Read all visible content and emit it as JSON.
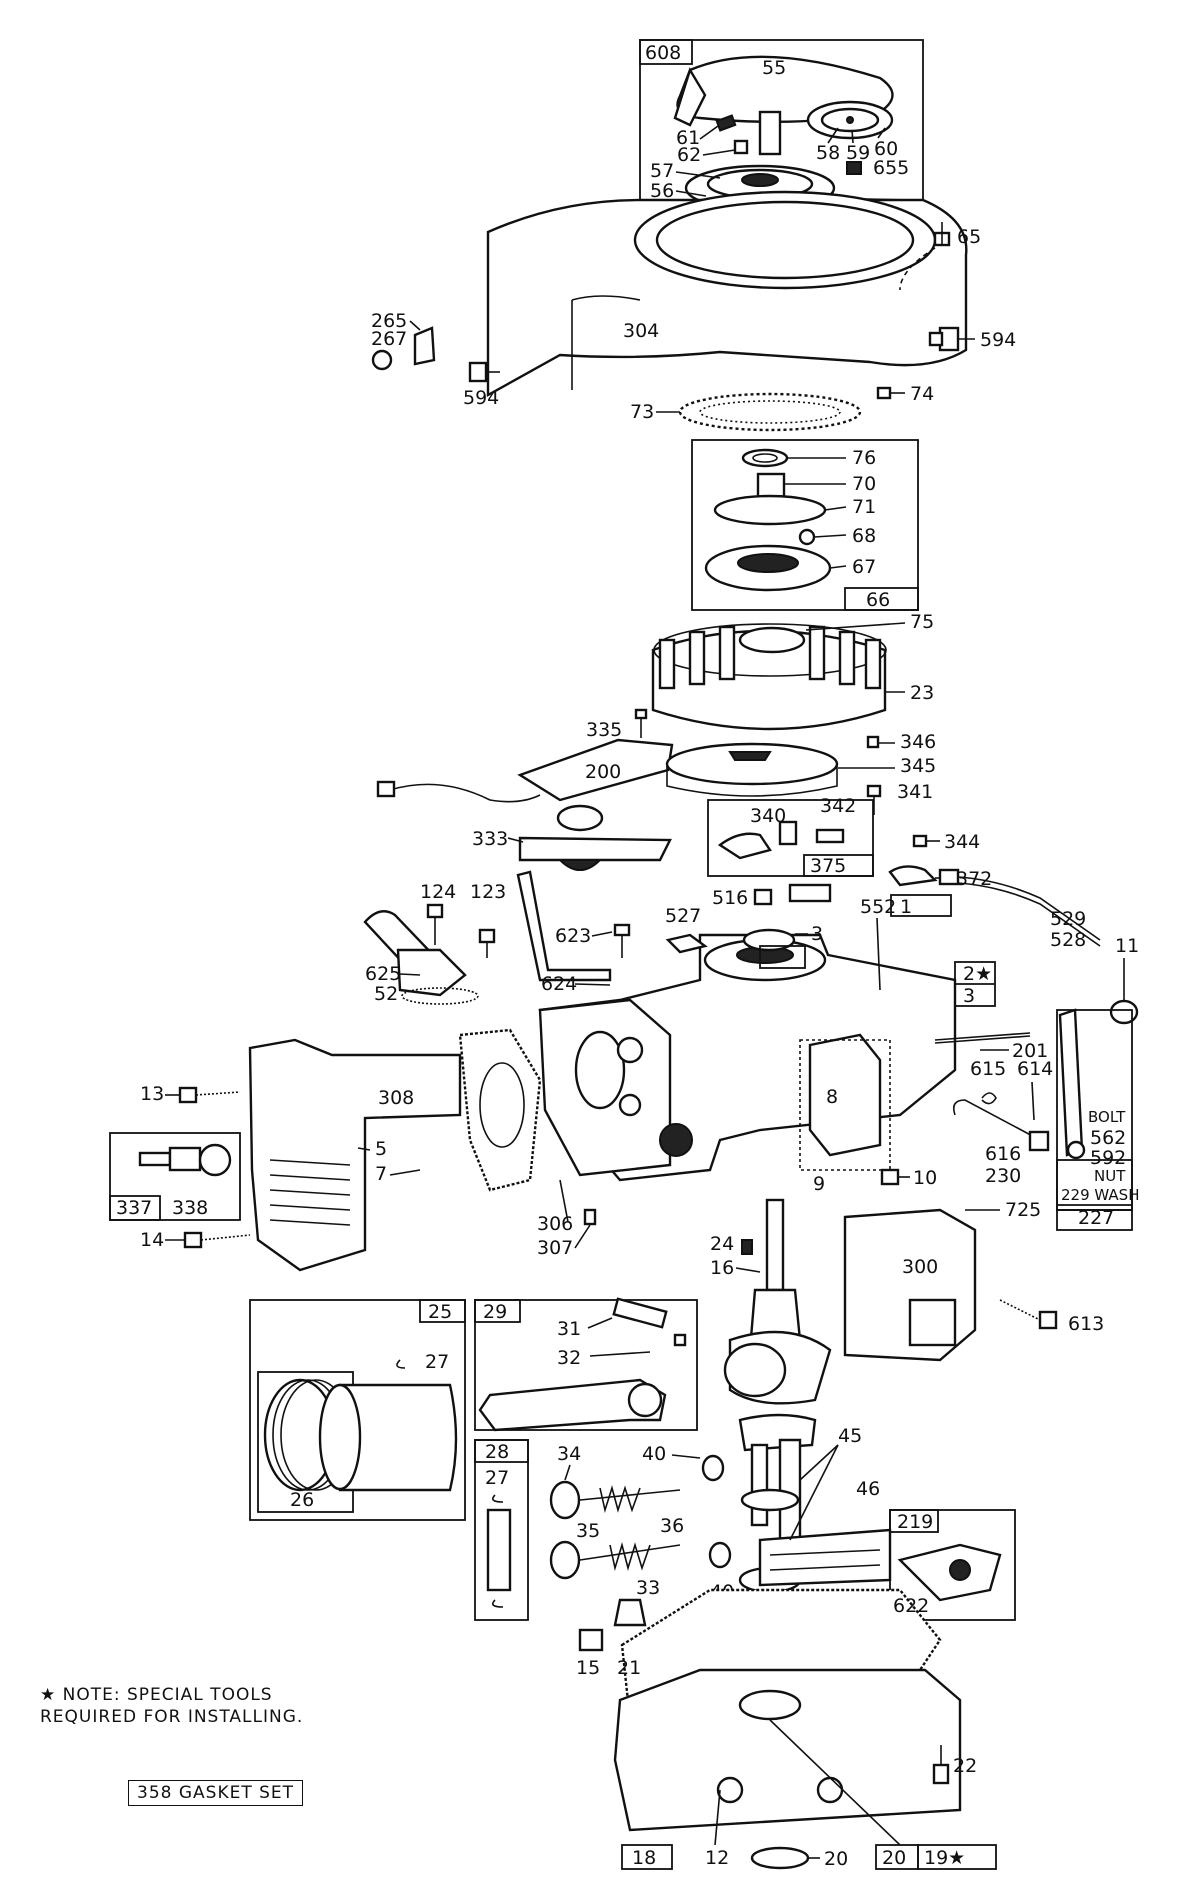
{
  "note": {
    "star": "★",
    "line1": "NOTE: SPECIAL TOOLS",
    "line2": "REQUIRED FOR INSTALLING."
  },
  "gasket_set": "358 GASKET SET",
  "labels": {
    "608": "608",
    "55": "55",
    "61": "61",
    "62": "62",
    "60": "60",
    "59": "59",
    "58": "58",
    "655": "655",
    "57": "57",
    "56": "56",
    "65": "65",
    "304": "304",
    "594a": "594",
    "594b": "594",
    "265": "265",
    "267": "267",
    "73": "73",
    "74": "74",
    "76": "76",
    "70": "70",
    "71": "71",
    "68": "68",
    "67": "67",
    "66": "66",
    "75": "75",
    "23": "23",
    "335": "335",
    "200": "200",
    "346": "346",
    "345": "345",
    "341": "341",
    "340": "340",
    "342": "342",
    "375": "375",
    "333": "333",
    "344": "344",
    "372": "372",
    "124": "124",
    "123": "123",
    "516": "516",
    "623": "623",
    "527": "527",
    "3a": "3",
    "552": "552",
    "1": "1",
    "529": "529",
    "528": "528",
    "11": "11",
    "625": "625",
    "624": "624",
    "52": "52",
    "2": "2★",
    "3b": "3",
    "201": "201",
    "615": "615",
    "614": "614",
    "bolt": "BOLT",
    "562": "562",
    "592": "592",
    "nut": "NUT",
    "616": "616",
    "230": "230",
    "229": "229 WASH",
    "227": "227",
    "13": "13",
    "308": "308",
    "5": "5",
    "7": "7",
    "337": "337",
    "338": "338",
    "8": "8",
    "9": "9",
    "10": "10",
    "725": "725",
    "14": "14",
    "306": "306",
    "307": "307",
    "24": "24",
    "16": "16",
    "300": "300",
    "613": "613",
    "25": "25",
    "29": "29",
    "31": "31",
    "32": "32",
    "27a": "27",
    "26": "26",
    "45": "45",
    "28": "28",
    "27b": "27",
    "34": "34",
    "40a": "40",
    "36": "36",
    "35": "35",
    "46": "46",
    "219": "219",
    "33": "33",
    "40b": "40",
    "622": "622",
    "15": "15",
    "21": "21",
    "22": "22",
    "18": "18",
    "12": "12",
    "20a": "20",
    "20b": "20",
    "19": "19★"
  }
}
